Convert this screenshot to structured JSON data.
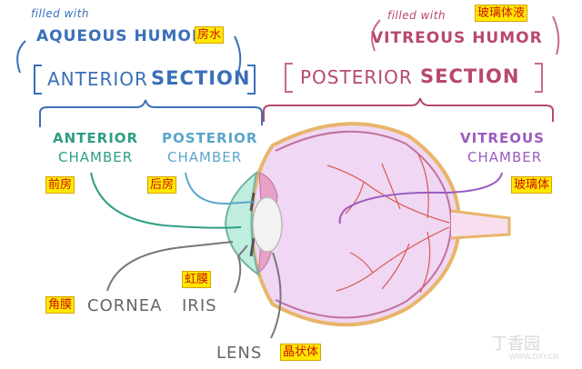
{
  "colors": {
    "blue": "#3a6fb8",
    "pink": "#b8486e",
    "teal": "#2e9e83",
    "light_blue": "#5aa6c9",
    "purple": "#9a5cc0",
    "vitreous_fill": "#f0d7f4",
    "cornea_fill": "#bfeee0",
    "label_highlight": "#ffe800"
  },
  "aqueous": {
    "filled_with": "filled with",
    "humor": "AQUEOUS HUMOR",
    "humor_cn": "房水",
    "section_part1": "ANTERIOR",
    "section_part2": "SECTION"
  },
  "vitreous": {
    "filled_with": "filled with",
    "filled_with_cn": "玻璃体液",
    "humor": "VITREOUS HUMOR",
    "section_part1": "POSTERIOR",
    "section_part2": "SECTION"
  },
  "labels": {
    "anterior_chamber_1": "ANTERIOR",
    "anterior_chamber_2": "CHAMBER",
    "anterior_chamber_cn": "前房",
    "posterior_chamber_1": "POSTERIOR",
    "posterior_chamber_2": "CHAMBER",
    "posterior_chamber_cn": "后房",
    "vitreous_chamber_1": "VITREOUS",
    "vitreous_chamber_2": "CHAMBER",
    "vitreous_chamber_cn": "玻璃体",
    "cornea": "CORNEA",
    "cornea_cn": "角膜",
    "iris": "IRIS",
    "iris_cn": "虹膜",
    "lens": "LENS",
    "lens_cn": "晶状体"
  },
  "watermark": {
    "brand": "丁香园",
    "url": "WWW.DXY.CN"
  }
}
